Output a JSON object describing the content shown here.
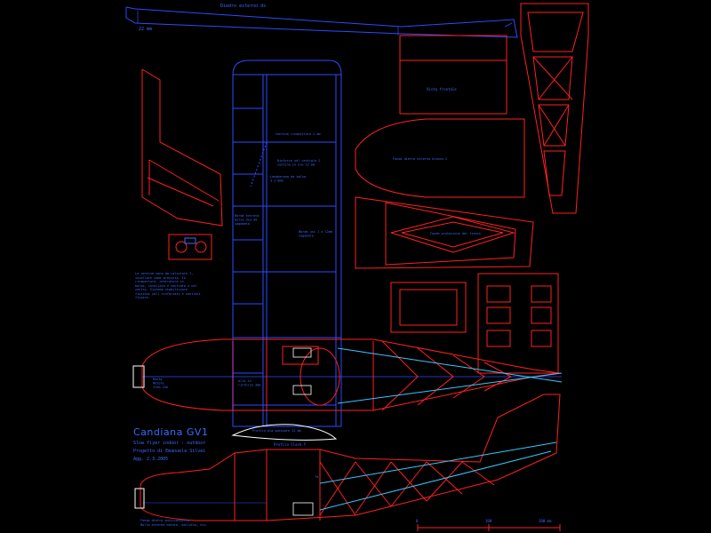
{
  "labels": {
    "wing_top": "Diedro esterno ds",
    "wing_dim": "22 mm",
    "vista_frontale": "Vista frontale",
    "fascia_1": "Fondo dietro esterno blanco 2",
    "fascia_2": "Fondo protezione del fianco",
    "note_wing_1": "Centina ricopertura 2 mm",
    "note_wing_2": "Rinforzo nel centrale 2\ncentina in ole 12 mm",
    "note_wing_3": "Longherone da balsa\n3 x 6mm",
    "note_wing_4": "Bordo entrata\nbalsa 3x3 mm\nsagomato",
    "note_wing_5": "Bordo usc 1 x 12mm\nsagomato",
    "note_left": "Le centine sono da calcolare 1,\nincollate come previsto. In\nricopertura, centratura in\nbalsa, incollata e centrato e nel\ncentro. Sistema stabilizzare\nfiuzioni coll rinforzati e centrati\nfissare.",
    "fus_note_1": "Ruota\nMotore\nItem 250",
    "fus_note_2": "Alle in\nrinforzo 3mm",
    "fus_note_3": "T",
    "profile_label": "Profilo Clark Y",
    "profile_note": "Profilo ala spessore 12 mm",
    "motor_note_1": "Fondo dietro antiriavvolto\nMolla esterna motore, ballotta, ecc.",
    "scale_0": "0",
    "scale_100": "100",
    "scale_200": "200 mm",
    "side_note": "Tm"
  },
  "title": {
    "name": "Candiana GV1",
    "line1": "Slow flyer indoor - outdoor",
    "line2": "Progetto di Emanuele Silvei",
    "line3": "Agg. 2.3.2005"
  },
  "colors": {
    "background": "#000000",
    "red": "#ff2020",
    "blue": "#2a4cff",
    "cyan": "#38c8ff",
    "white": "#ffffff",
    "magenta": "#d040d0"
  }
}
